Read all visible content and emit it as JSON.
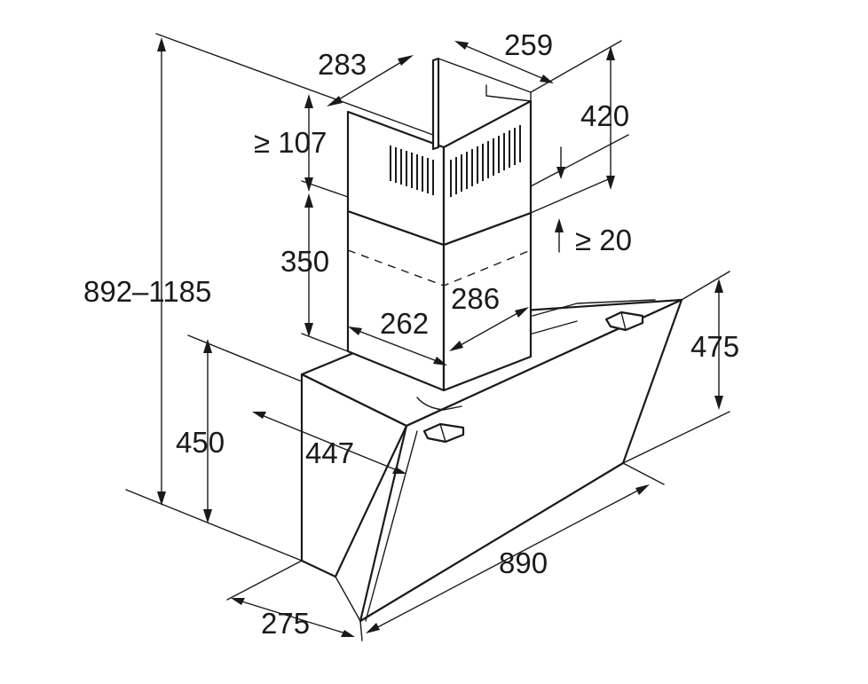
{
  "dimensions": {
    "chimney_upper_depth": "283",
    "chimney_upper_width": "259",
    "chimney_upper_height": "420",
    "top_clearance": "≥ 107",
    "lower_overlap": "≥ 20",
    "total_height": "892–1185",
    "chimney_lower_height": "350",
    "chimney_lower_width": "262",
    "chimney_lower_depth": "286",
    "hood_height": "475",
    "body_height": "450",
    "hood_depth": "447",
    "body_width": "890",
    "body_depth": "275"
  }
}
